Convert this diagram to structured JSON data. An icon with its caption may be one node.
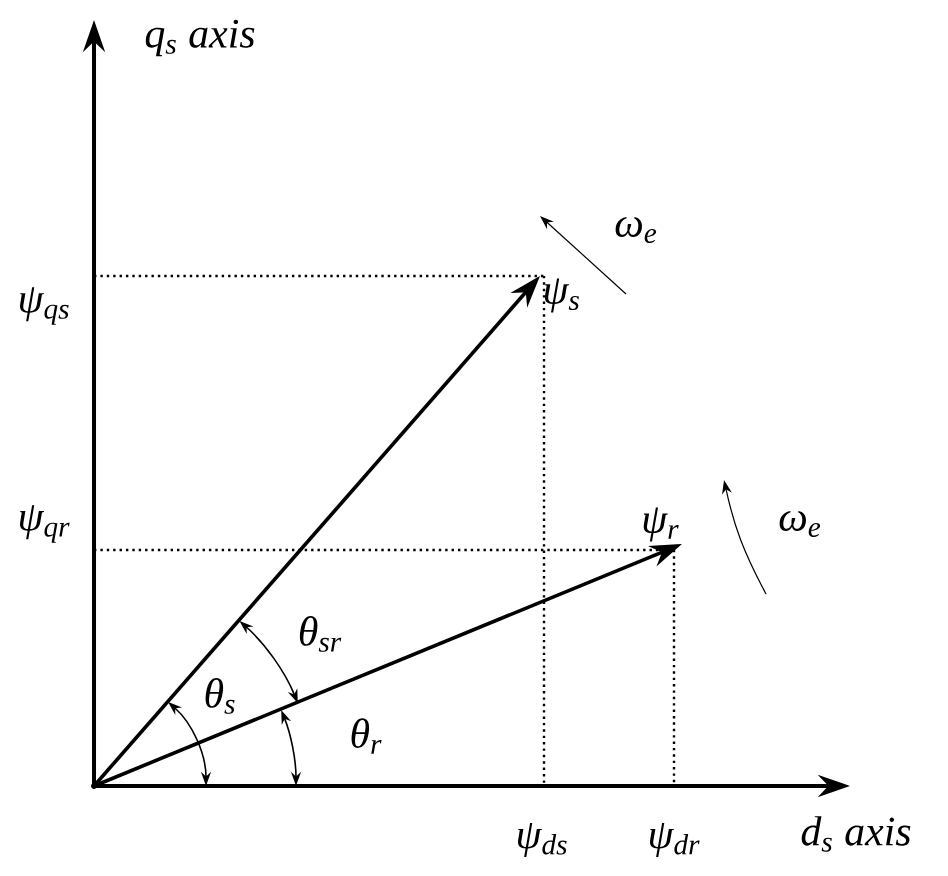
{
  "diagram": {
    "nodes": [
      {
        "text": [
          "ψ$_{s}$"
        ]
      },
      {
        "text": [
          "ψ$_{r}$"
        ]
      },
      {
        "text": [],
        "shape": "point"
      }
    ],
    "edges": [
      {
        "from": 2,
        "to": 0,
        "arrow": "to"
      },
      {
        "from": 2,
        "to": 1,
        "arrow": "to"
      }
    ],
    "labels": [
      "q$_{s}$ axis",
      "ω$_{e}$",
      "ψ$_{qs}$",
      "ψ$_{qr}$",
      "ω$_{e}$",
      "θ$_{sr}$",
      "θ$_{s}$",
      "θ$_{r}$",
      "ψ$_{ds}$",
      "ψ$_{dr}$",
      "d$_{s}$ axis"
    ]
  }
}
